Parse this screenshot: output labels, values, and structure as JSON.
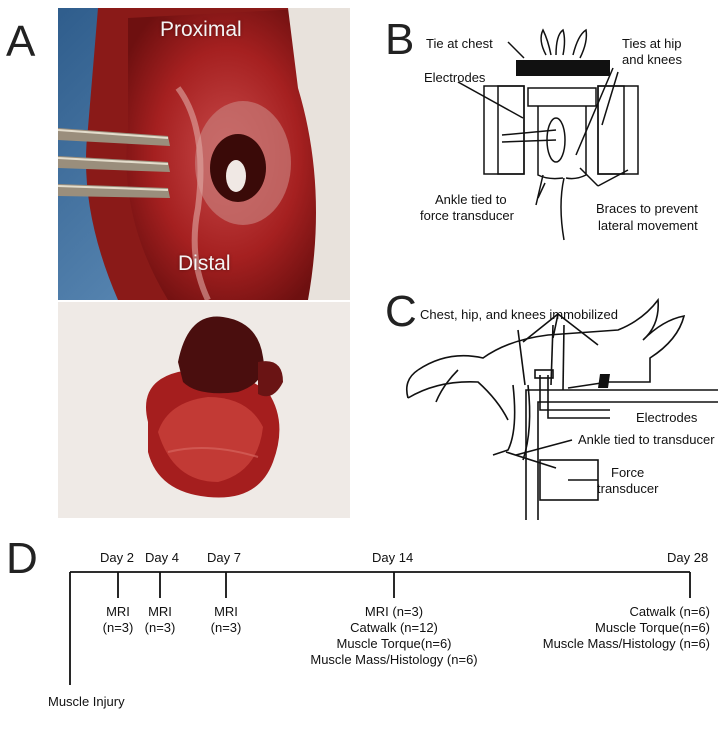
{
  "panels": {
    "a": "A",
    "b": "B",
    "c": "C",
    "d": "D"
  },
  "photo_top": {
    "proximal": "Proximal",
    "distal": "Distal"
  },
  "panel_b": {
    "tie_chest": "Tie at chest",
    "ties_hip_l1": "Ties at hip",
    "ties_hip_l2": "and knees",
    "electrodes": "Electrodes",
    "ankle_l1": "Ankle tied to",
    "ankle_l2": "force transducer",
    "braces_l1": "Braces to prevent",
    "braces_l2": "lateral movement"
  },
  "panel_c": {
    "immobilized": "Chest, hip, and knees immobilized",
    "electrodes": "Electrodes",
    "ankle": "Ankle tied to transducer",
    "force_l1": "Force",
    "force_l2": "transducer"
  },
  "timeline": {
    "days": [
      "Day 2",
      "Day 4",
      "Day 7",
      "Day 14",
      "Day 28"
    ],
    "injury": "Muscle Injury",
    "day2": [
      "MRI",
      "(n=3)"
    ],
    "day4": [
      "MRI",
      "(n=3)"
    ],
    "day7": [
      "MRI",
      "(n=3)"
    ],
    "day14": [
      "MRI (n=3)",
      "Catwalk (n=12)",
      "Muscle Torque(n=6)",
      "Muscle Mass/Histology (n=6)"
    ],
    "day28": [
      "Catwalk (n=6)",
      "Muscle Torque(n=6)",
      "Muscle Mass/Histology (n=6)"
    ]
  }
}
